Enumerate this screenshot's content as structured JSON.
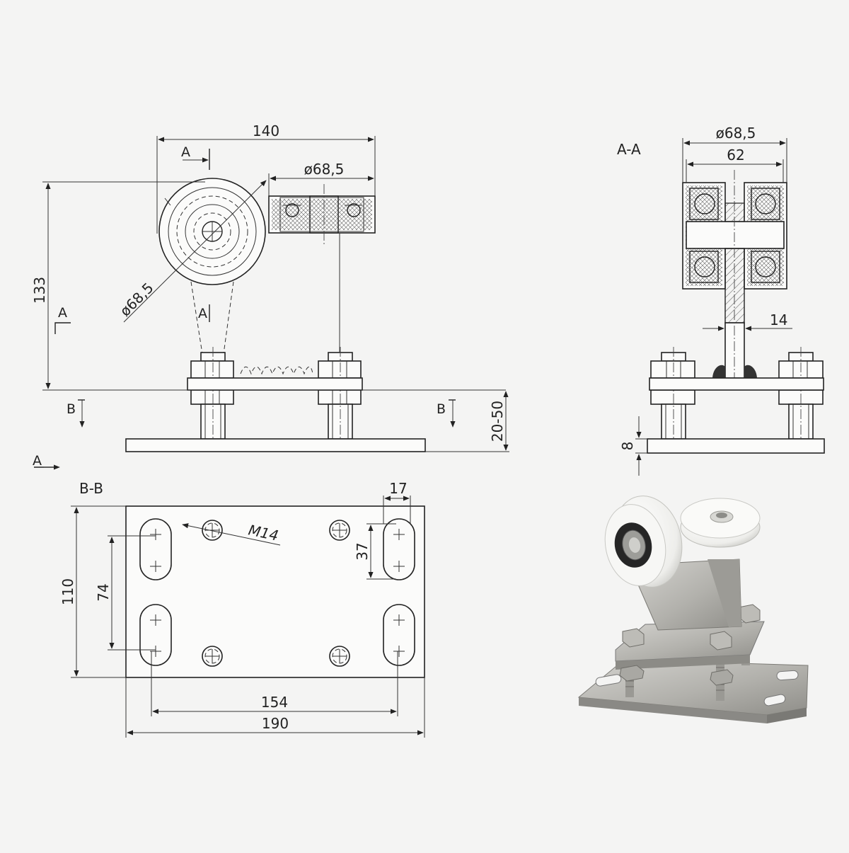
{
  "front_view": {
    "dim_width": "140",
    "dim_wheel_diameter_top": "ø68,5",
    "dim_wheel_diameter_angled": "ø68,5",
    "dim_height": "133",
    "dim_adjust": "20-50",
    "section_mark_a": "A",
    "section_mark_b": "B"
  },
  "section_aa": {
    "title": "A-A",
    "dim_outer_diameter": "ø68,5",
    "dim_inner_width": "62",
    "dim_post_width": "14",
    "dim_plate_thickness": "8"
  },
  "section_bb": {
    "title": "B-B",
    "dim_slot_width": "17",
    "dim_slot_length": "37",
    "dim_thread": "M14",
    "dim_height": "110",
    "dim_slot_spacing_v": "74",
    "dim_slot_spacing_h": "154",
    "dim_width": "190"
  },
  "photo": {
    "colors": {
      "roller": "#f6f6f4",
      "steel": "#b9b8b3",
      "bearing": "#262626"
    }
  }
}
